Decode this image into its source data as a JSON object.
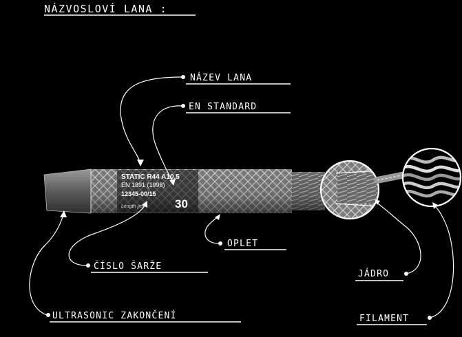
{
  "title": "NÁZVOSLOVÍ LANA :",
  "labels": {
    "nazev_lana": "NÁZEV LANA",
    "en_standard": "EN STANDARD",
    "oplet": "OPLET",
    "cislo_sarze": "ČÍSLO ŠARŽE",
    "jadro": "JÁDRO",
    "ultrasonic": "ULTRASONIC ZAKONČENÍ",
    "filament": "FILAMENT"
  },
  "rope_print": {
    "line1": "STATIC R44 A10,5",
    "line2": "EN 1891 (1998)",
    "line3": "12345-00/15",
    "line4": "Length [m]",
    "length_value": "30"
  },
  "colors": {
    "background": "#000000",
    "ink": "#ffffff",
    "sheath_gray": "#8a8a8a"
  }
}
